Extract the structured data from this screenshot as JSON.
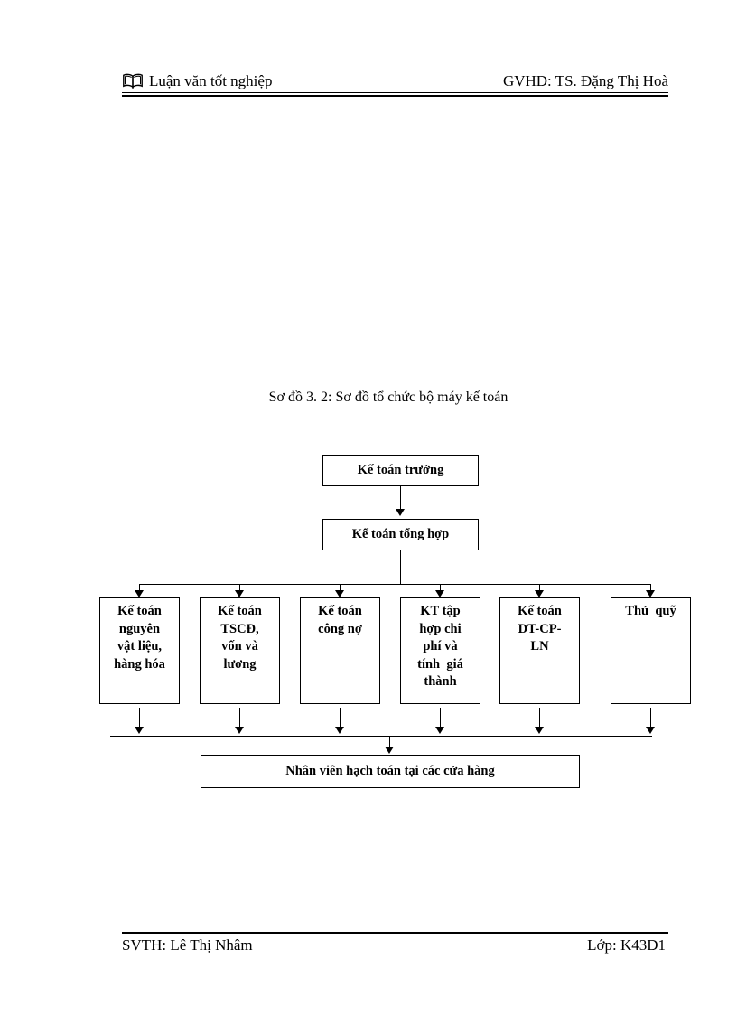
{
  "header": {
    "icon": "open-book",
    "left_text": "Luận văn tốt nghiệp",
    "right_text": "GVHD: TS. Đặng Thị Hoà"
  },
  "caption": "Sơ đồ 3. 2: Sơ đồ tổ chức bộ máy kế toán",
  "org_chart": {
    "chief": "Kế toán trưởng",
    "general": "Kế toán tổng hợp",
    "departments": [
      "Kế toán\nnguyên\nvật liệu,\nhàng hóa",
      "Kế toán\nTSCĐ,\nvốn và\nlương",
      "Kế toán\ncông nợ",
      "KT tập\nhợp chi\nphí và\ntính  giá\nthành",
      "Kế toán\nDT-CP-\nLN",
      "Thủ  quỹ"
    ],
    "staff": "Nhân viên hạch toán tại các cửa hàng"
  },
  "footer": {
    "left_text": "SVTH: Lê Thị Nhâm",
    "right_text": "Lớp: K43D1"
  },
  "colors": {
    "ink": "#000000",
    "paper": "#ffffff"
  }
}
